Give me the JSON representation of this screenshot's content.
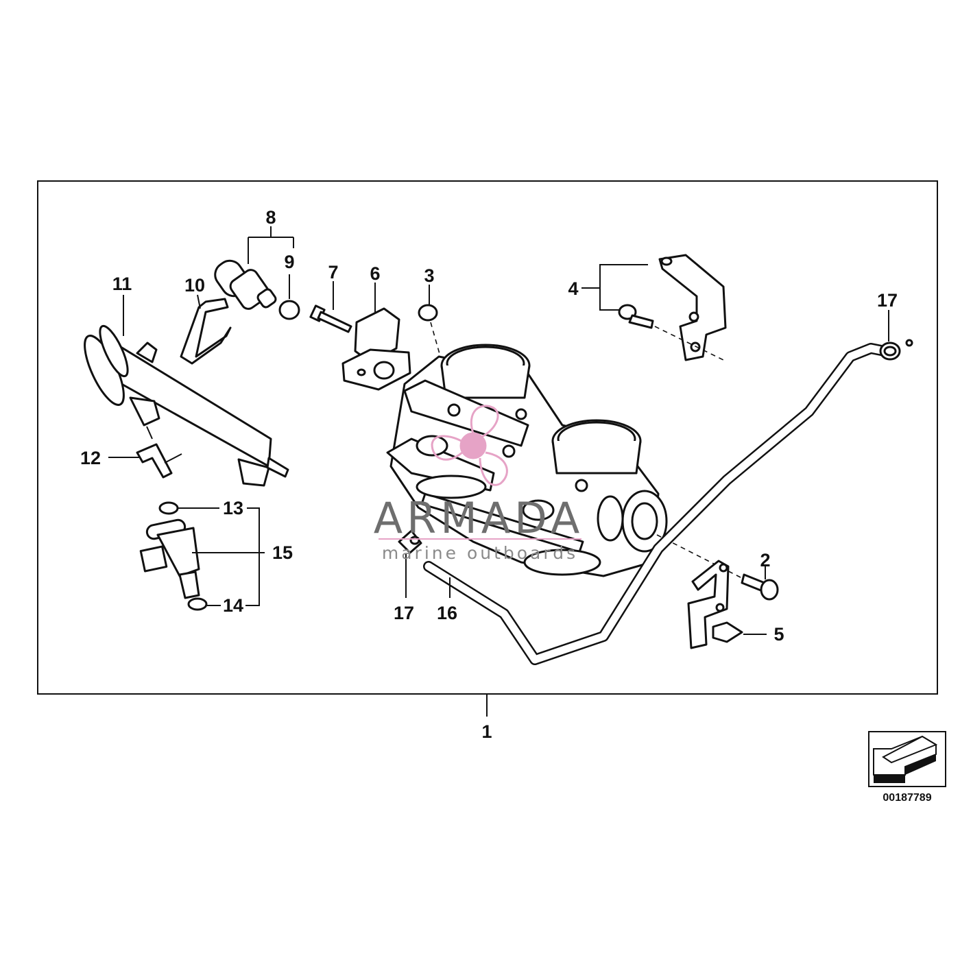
{
  "callouts": {
    "c1": "1",
    "c2": "2",
    "c3": "3",
    "c4": "4",
    "c5": "5",
    "c6": "6",
    "c7": "7",
    "c8": "8",
    "c9": "9",
    "c10": "10",
    "c11": "11",
    "c12": "12",
    "c13": "13",
    "c14": "14",
    "c15": "15",
    "c16": "16",
    "c17a": "17",
    "c17b": "17"
  },
  "diagram_number": "00187789",
  "watermark": {
    "brand": "ARMADA",
    "tagline": "marine outboards",
    "accent_color": "#e6a3c6"
  },
  "icons": {
    "view_direction": "view-direction-arrow-icon"
  }
}
